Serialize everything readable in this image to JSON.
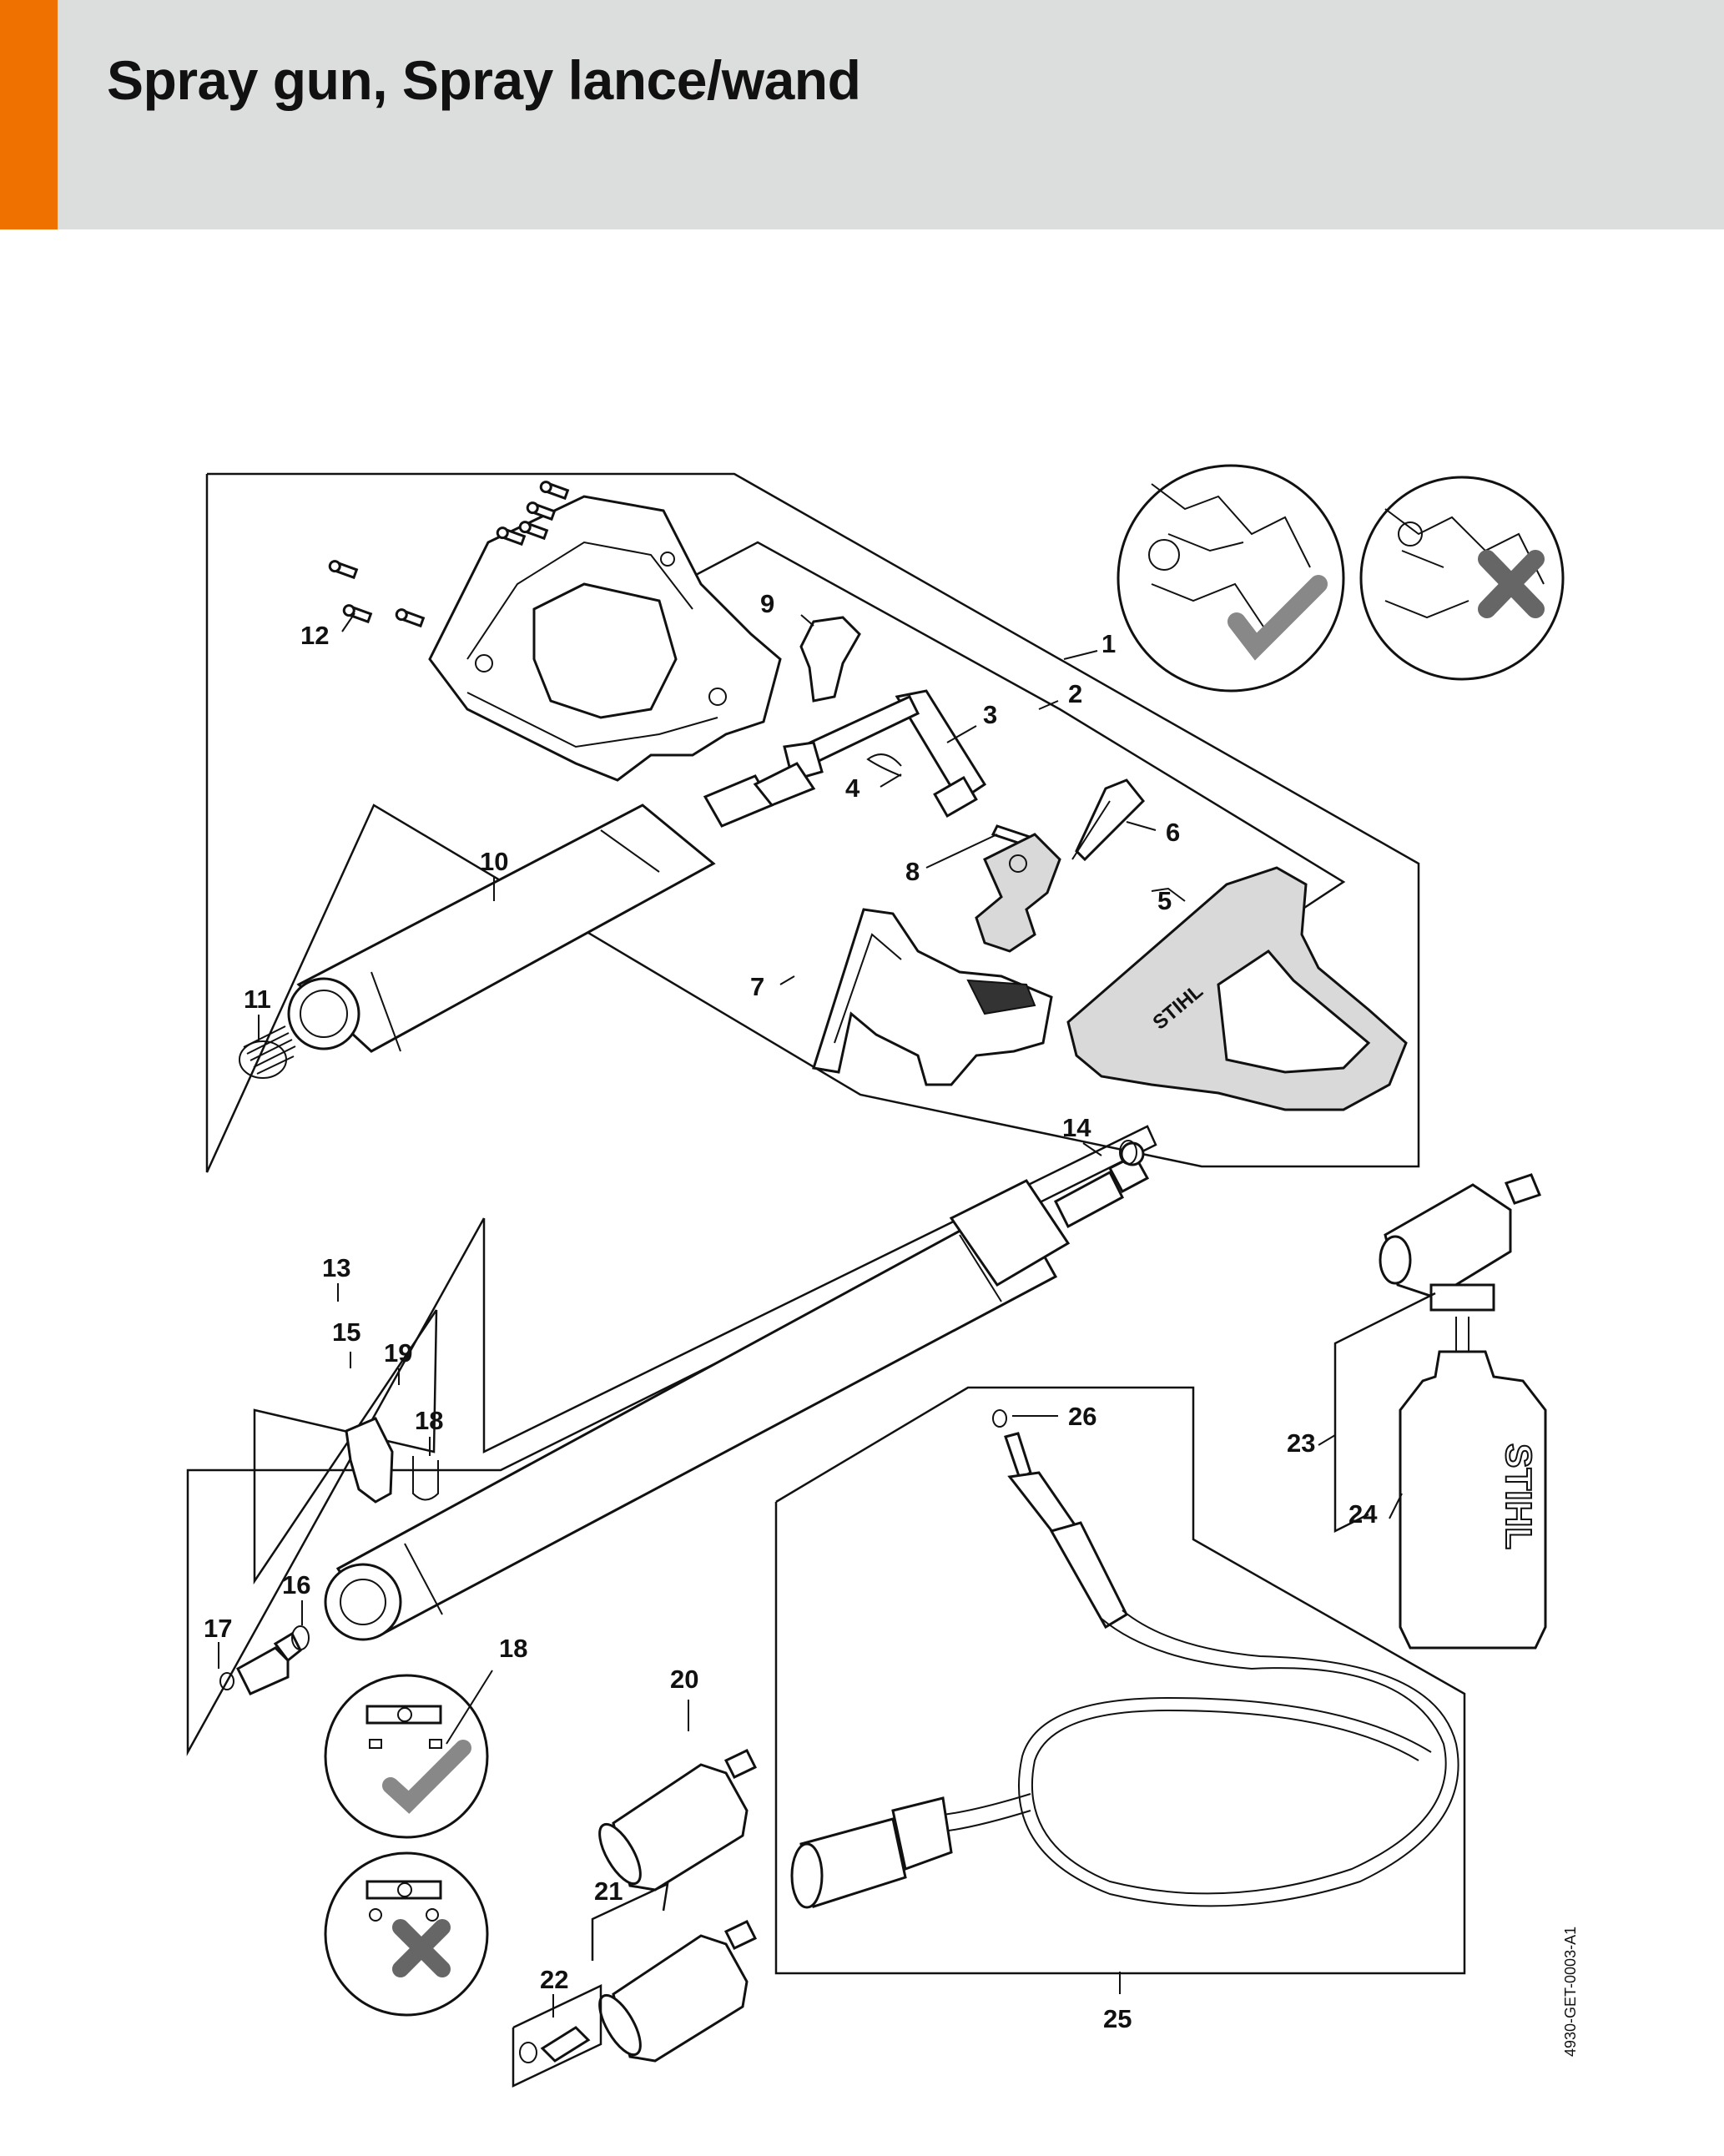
{
  "page": {
    "title": "Spray gun, Spray lance/wand",
    "accent_color": "#ef7100",
    "header_bg": "#dcdddd"
  },
  "diagram": {
    "callouts": [
      "1",
      "2",
      "3",
      "4",
      "5",
      "6",
      "7",
      "8",
      "9",
      "10",
      "11",
      "12",
      "13",
      "14",
      "15",
      "16",
      "17",
      "18",
      "18",
      "19",
      "20",
      "21",
      "22",
      "23",
      "24",
      "25",
      "26"
    ],
    "brand_mark": "STIHL",
    "reference_code": "4930-GET-0003-A1",
    "icons": [
      "check-mark-icon",
      "cross-mark-icon"
    ]
  }
}
